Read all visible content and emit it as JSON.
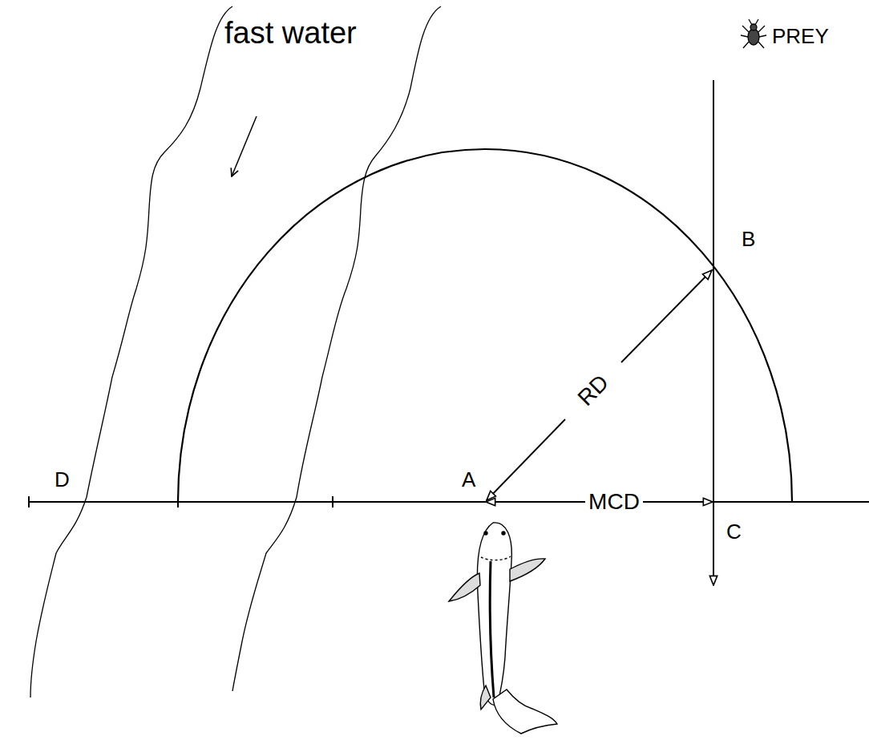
{
  "diagram": {
    "labels": [
      "fast water",
      "PREY",
      "B",
      "RD",
      "D",
      "A",
      "MCD",
      "C"
    ]
  }
}
